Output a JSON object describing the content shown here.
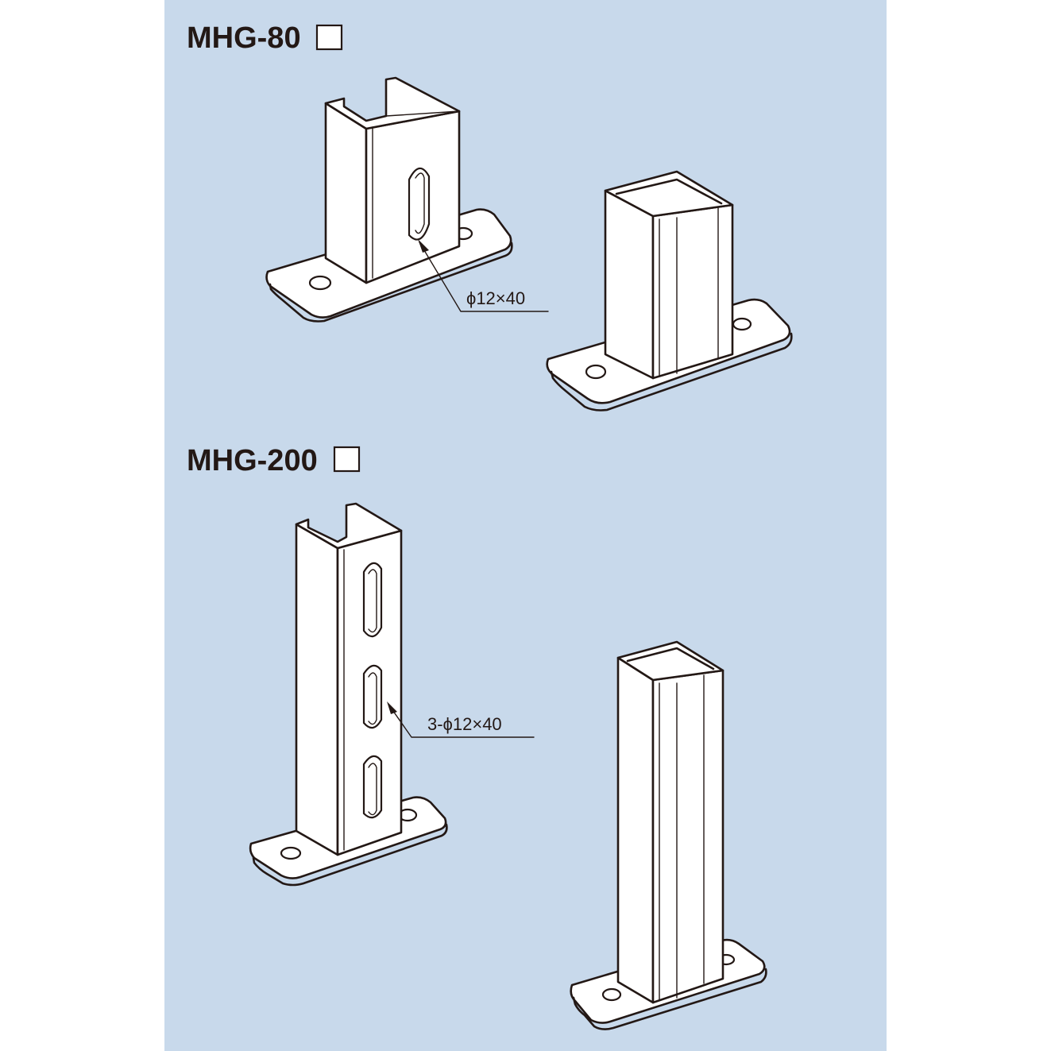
{
  "colors": {
    "background": "#c8d9eb",
    "line": "#231815",
    "page": "#ffffff"
  },
  "products": [
    {
      "model": "MHG-80",
      "hole_note": "ϕ12×40"
    },
    {
      "model": "MHG-200",
      "hole_note": "3-ϕ12×40"
    }
  ]
}
